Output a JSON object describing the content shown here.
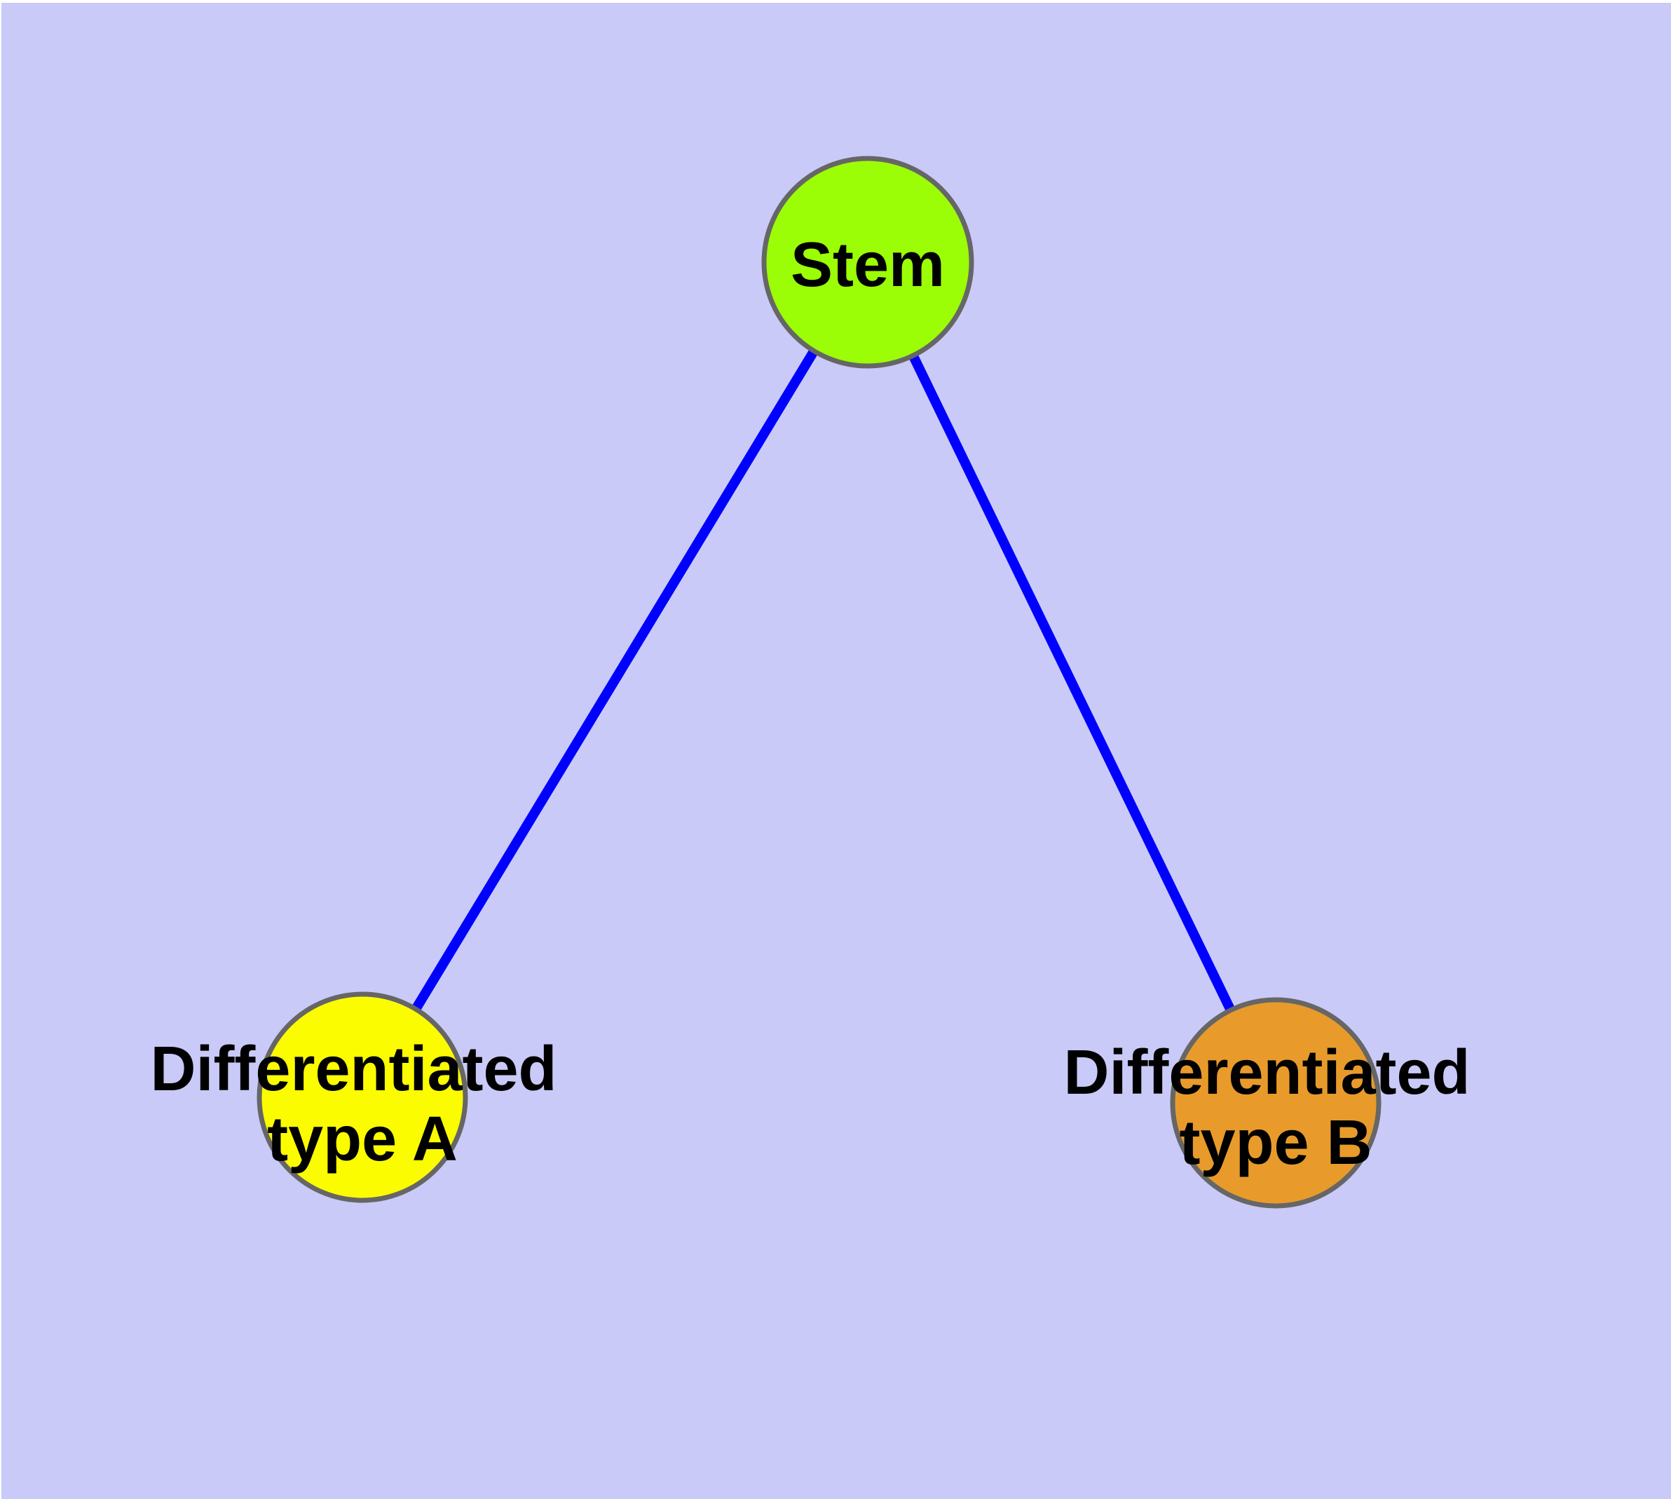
{
  "diagram": {
    "background_color": "#CACAF8",
    "edge_color": "#0000FF",
    "node_border_color": "#666666",
    "text_color": "#000000",
    "nodes": [
      {
        "id": "stem",
        "label": "Stem",
        "fill": "#9BFE06"
      },
      {
        "id": "type-a",
        "label_line1": "Differentiated",
        "label_line2": "type A",
        "fill": "#FCFC00"
      },
      {
        "id": "type-b",
        "label_line1": "Differentiated",
        "label_line2": "type B",
        "fill": "#E89B2B"
      }
    ],
    "edges": [
      {
        "from": "Stem",
        "to": "Differentiated type A"
      },
      {
        "from": "Stem",
        "to": "Differentiated type B"
      }
    ]
  }
}
